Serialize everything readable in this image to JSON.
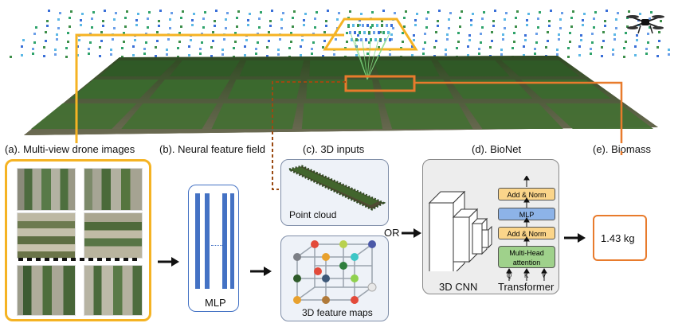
{
  "captions": {
    "a": "(a). Multi-view drone images",
    "b": "(b). Neural feature field",
    "c": "(c). 3D inputs",
    "d": "(d). BioNet",
    "e": "(e). Biomass"
  },
  "mlp_label": "MLP",
  "point_cloud_label": "Point cloud",
  "feature_maps_label": "3D feature maps",
  "or_label": "OR",
  "cnn_label": "3D CNN",
  "transformer": {
    "label": "Transformer",
    "blocks": [
      "Add & Norm",
      "MLP",
      "Add & Norm",
      "Multi-Head attention"
    ],
    "inputs": [
      "Q",
      "K",
      "V"
    ]
  },
  "result": "1.43 kg",
  "colors": {
    "orange_yellow": "#f5b323",
    "orange": "#e87b2c",
    "brown": "#9a4a12",
    "mlp_blue": "#4472c4",
    "add_norm": "#fbd58a",
    "mlp_block": "#8db3e8",
    "attention": "#9fd18b"
  }
}
